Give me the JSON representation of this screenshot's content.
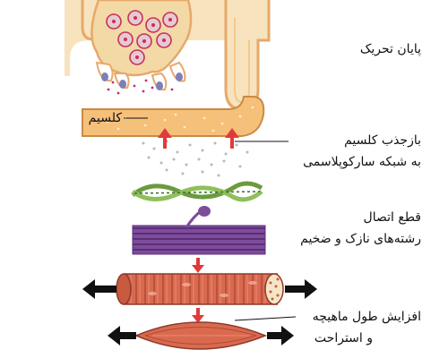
{
  "labels": {
    "motor_end": "پایان تحریک",
    "calcium": "کلسیم",
    "reabsorb_line1": "بازجذب کلسیم",
    "reabsorb_line2": "به شبکه سارکوپلاسمی",
    "detach_line1": "قطع اتصال",
    "detach_line2": "رشته‌های نازک و ضخیم",
    "lengthen_line1": "افزایش طول ماهیچه",
    "lengthen_line2": "و استراحت"
  },
  "colors": {
    "terminal_fill": "#f3d9a6",
    "terminal_edge": "#e7a86a",
    "vesicle": "#c4315a",
    "sr_fill": "#f5c07a",
    "thin_filament": "#7fae4e",
    "thick_filament": "#6e3f8c",
    "muscle_fiber": "#d96a4f",
    "arrow_red": "#e23a3a",
    "arrow_black": "#111111"
  },
  "icons": [
    "motor-neuron-terminal",
    "sarcoplasmic-reticulum",
    "actin-filament",
    "myosin-filament",
    "muscle-fiber",
    "relaxed-muscle"
  ]
}
